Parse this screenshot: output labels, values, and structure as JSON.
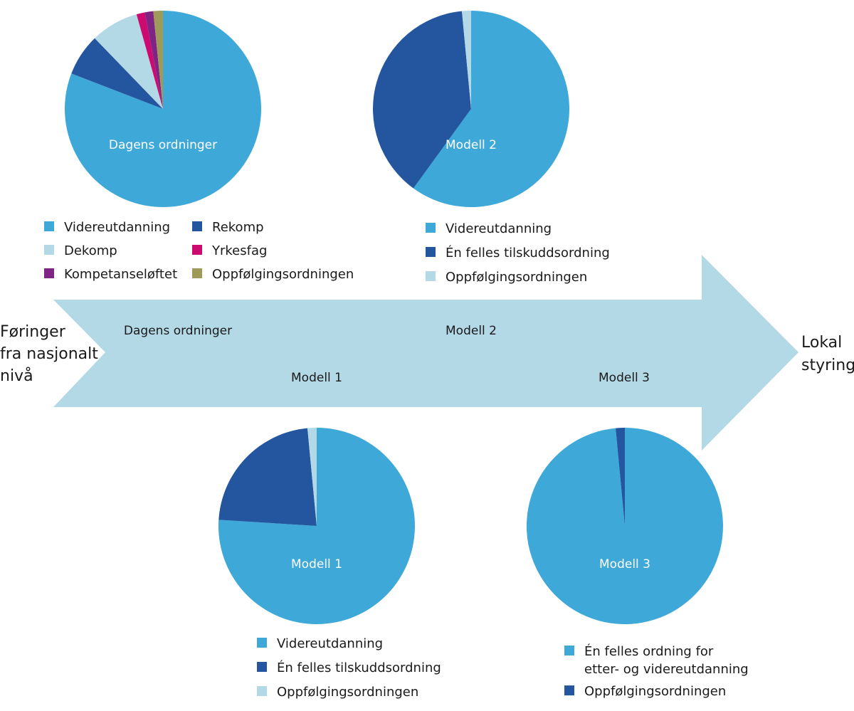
{
  "axis_labels": {
    "left": [
      "Føringer",
      "fra nasjonalt",
      "nivå"
    ],
    "right": [
      "Lokal",
      "styring"
    ]
  },
  "arrow_labels": [
    "Dagens ordninger",
    "Modell 2",
    "Modell 1",
    "Modell 3"
  ],
  "chart_data": [
    {
      "type": "pie",
      "title": "Dagens ordninger",
      "legend_columns": 2,
      "slices": [
        {
          "label": "Videreutdanning",
          "value": 82,
          "color": "#3ea8d8"
        },
        {
          "label": "Rekomp",
          "value": 7,
          "color": "#2456a0"
        },
        {
          "label": "Dekomp",
          "value": 8,
          "color": "#b3d8e6"
        },
        {
          "label": "Yrkesfag",
          "value": 1.4,
          "color": "#cc0a6f"
        },
        {
          "label": "Kompetanseløftet",
          "value": 1.4,
          "color": "#7e2485"
        },
        {
          "label": "Oppfølgingsordningen",
          "value": 1.6,
          "color": "#a09a5a"
        }
      ]
    },
    {
      "type": "pie",
      "title": "Modell 2",
      "legend_columns": 1,
      "slices": [
        {
          "label": "Videreutdanning",
          "value": 60,
          "color": "#3ea8d8"
        },
        {
          "label": "Én felles tilskuddsordning",
          "value": 38.5,
          "color": "#2456a0"
        },
        {
          "label": "Oppfølgingsordningen",
          "value": 1.5,
          "color": "#b3d8e6"
        }
      ]
    },
    {
      "type": "pie",
      "title": "Modell 1",
      "legend_columns": 1,
      "slices": [
        {
          "label": "Videreutdanning",
          "value": 76,
          "color": "#3ea8d8"
        },
        {
          "label": "Én felles tilskuddsordning",
          "value": 22.5,
          "color": "#2456a0"
        },
        {
          "label": "Oppfølgingsordningen",
          "value": 1.5,
          "color": "#b3d8e6"
        }
      ]
    },
    {
      "type": "pie",
      "title": "Modell 3",
      "legend_columns": 1,
      "slices": [
        {
          "label": "Én felles ordning for etter- og videreutdanning",
          "label_lines": [
            "Én felles ordning for",
            "etter- og videreutdanning"
          ],
          "value": 98.5,
          "color": "#3ea8d8"
        },
        {
          "label": "Oppfølgingsordningen",
          "value": 1.5,
          "color": "#2456a0"
        }
      ]
    }
  ],
  "colors": {
    "arrow": "#b3d8e6"
  }
}
